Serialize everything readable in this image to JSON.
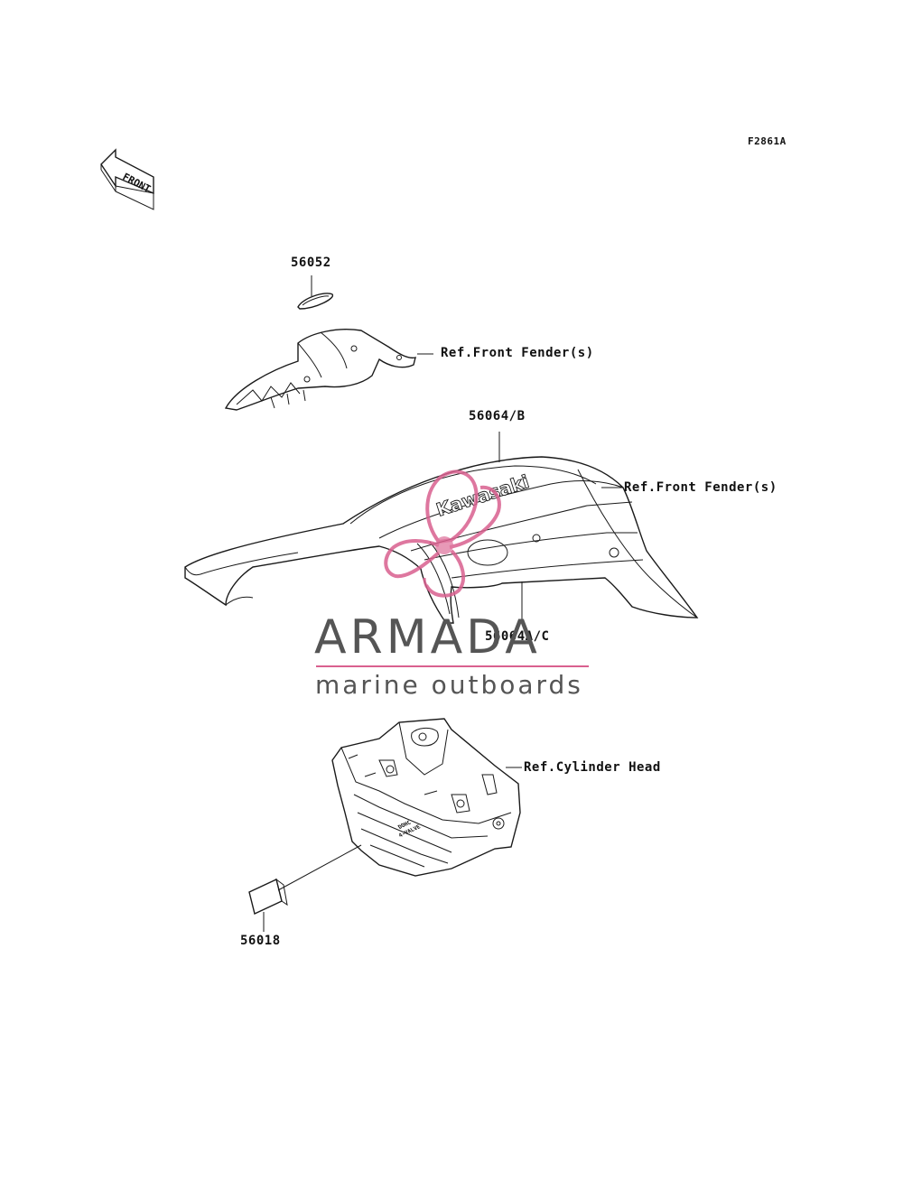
{
  "diagram_code": "F2861A",
  "front_arrow_text": "FRONT",
  "parts": [
    {
      "number": "56052"
    },
    {
      "number": "56064/B"
    },
    {
      "number": "56064A/C"
    },
    {
      "number": "56018"
    }
  ],
  "refs": [
    {
      "text": "Ref.Front Fender(s)"
    },
    {
      "text": "Ref.Front Fender(s)"
    },
    {
      "text": "Ref.Cylinder Head"
    }
  ],
  "decal_text": "Kawasaki",
  "plate_text": [
    "DOHC",
    "4-VALVE"
  ],
  "watermark": {
    "title": "ARMADA",
    "subtitle": "marine outboards",
    "text_color": "#555555",
    "accent_color": "#d9608f"
  }
}
